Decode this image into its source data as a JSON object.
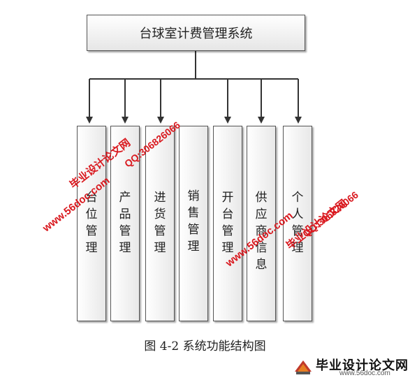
{
  "root": {
    "label": "台球室计费管理系统"
  },
  "modules": [
    {
      "label": "台位管理"
    },
    {
      "label": "产品管理"
    },
    {
      "label": "进货管理"
    },
    {
      "label": "销售管理"
    },
    {
      "label": "开台管理"
    },
    {
      "label": "供应商信息"
    },
    {
      "label": "个人管理"
    }
  ],
  "caption": "图 4-2 系统功能结构图",
  "watermarks": {
    "site_name": "毕业设计论文网",
    "site_url": "www.56doc.com",
    "qq": "QQ:306826066"
  },
  "logo": {
    "text": "毕业设计论文网",
    "url": "www.56doc.com"
  },
  "colors": {
    "watermark": "#d9181e",
    "line": "#333333"
  }
}
